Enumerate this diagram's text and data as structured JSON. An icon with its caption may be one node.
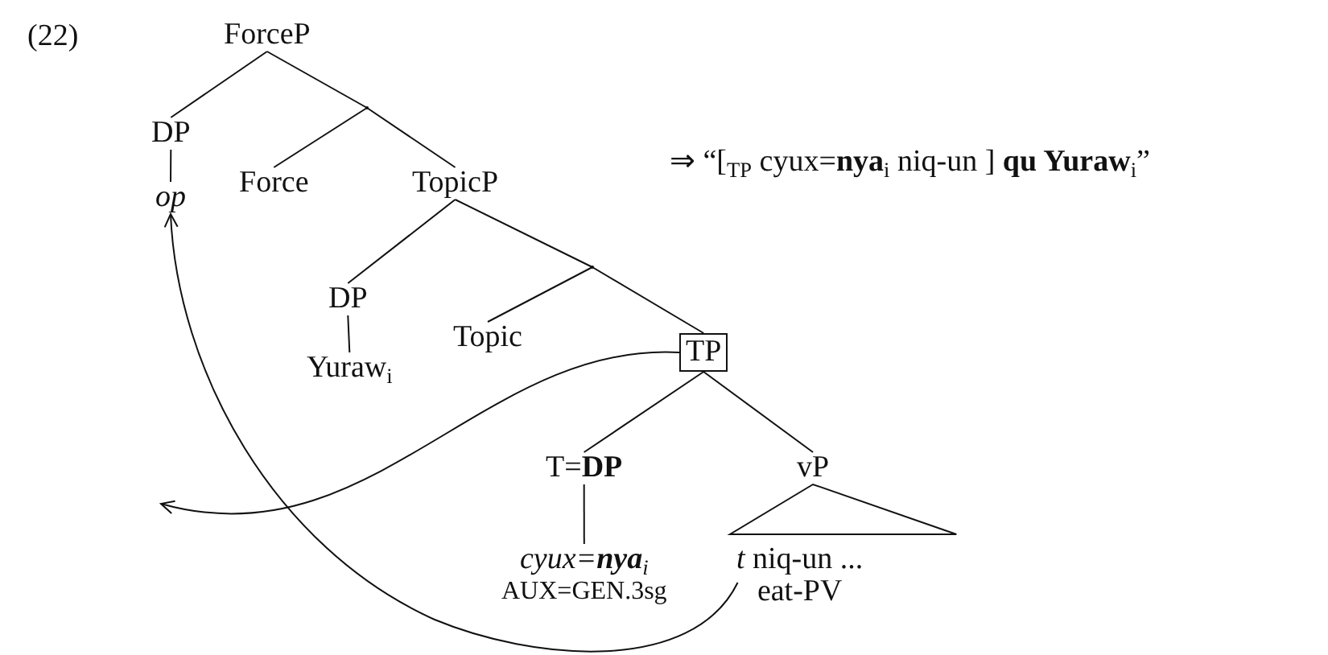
{
  "diagram": {
    "nodes": [
      {
        "text": [
          "ForceP"
        ]
      },
      {
        "text": [
          "DP"
        ]
      },
      {
        "text": [
          "op"
        ]
      },
      {
        "text": [],
        "shape": "point"
      },
      {
        "text": [
          "Force"
        ]
      },
      {
        "text": [
          "TopicP"
        ]
      },
      {
        "text": [
          "DP"
        ]
      },
      {
        "text": [
          "Yuraw$_{i}$"
        ]
      },
      {
        "text": [],
        "shape": "point"
      },
      {
        "text": [
          "Topic"
        ]
      },
      {
        "text": [
          "TP"
        ]
      },
      {
        "text": [
          "T=**DP**"
        ]
      },
      {
        "text": [
          "cyux=**nya**$_{i}$",
          "AUX=GEN.3sg"
        ]
      },
      {
        "text": [
          "vP"
        ]
      },
      {
        "text": [
          "*t* niq-un ...",
          "eat-PV"
        ]
      }
    ],
    "edges": [
      {
        "from": 0,
        "to": 1,
        "arrow": "none"
      },
      {
        "from": 0,
        "to": 3,
        "arrow": "none"
      },
      {
        "from": 3,
        "to": 4,
        "arrow": "none"
      },
      {
        "from": 3,
        "to": 5,
        "arrow": "none"
      },
      {
        "from": 1,
        "to": 2,
        "arrow": "none"
      },
      {
        "from": 5,
        "to": 6,
        "arrow": "none"
      },
      {
        "from": 5,
        "to": 8,
        "arrow": "none"
      },
      {
        "from": 8,
        "to": 9,
        "arrow": "none"
      },
      {
        "from": 8,
        "to": 10,
        "arrow": "none"
      },
      {
        "from": 6,
        "to": 7,
        "arrow": "none"
      },
      {
        "from": 10,
        "to": 11,
        "arrow": "none"
      },
      {
        "from": 10,
        "to": 13,
        "arrow": "none"
      },
      {
        "from": 11,
        "to": 12,
        "arrow": "none"
      },
      {
        "from": 13,
        "to": 14,
        "arrow": "none"
      },
      {
        "from": 14,
        "to": 2,
        "arrow": "to"
      },
      {
        "from": 10,
        "to": null,
        "arrow": "to"
      }
    ],
    "labels": [
      "(22)",
      "⇒ “[$_{TP}$ cyux=**nya**$_{i}$ niq-un ] **qu Yuraw**$_{i}$”"
    ]
  }
}
